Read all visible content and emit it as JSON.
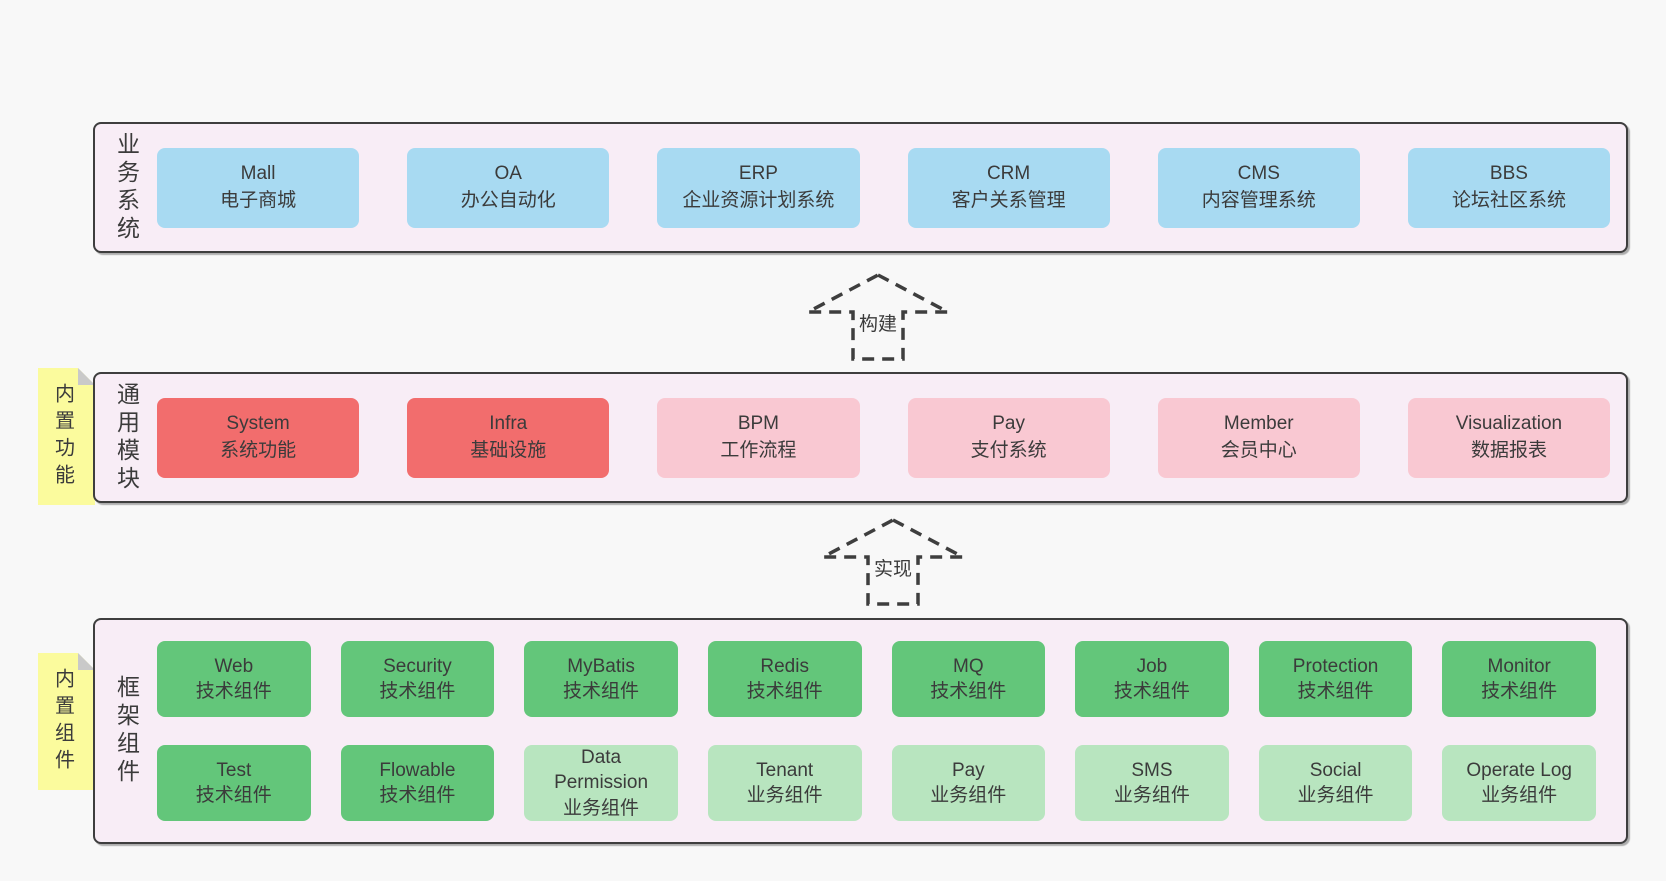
{
  "colors": {
    "page_bg": "#f8f8f8",
    "panel_bg": "#f8edf6",
    "line": "#3e3e3e",
    "text": "#3b3b3b",
    "blue": "#a8daf2",
    "red": "#f26d6d",
    "pink": "#f9c8d2",
    "green": "#63c67a",
    "light_green": "#b8e5bf",
    "note_yellow": "#fbfb9d",
    "note_fold": "#c9c9c9"
  },
  "arrows": [
    {
      "label": "构建"
    },
    {
      "label": "实现"
    }
  ],
  "sections": [
    {
      "label": "业务系统",
      "rows": [
        [
          {
            "en": "Mall",
            "zh": "电子商城",
            "color": "blue"
          },
          {
            "en": "OA",
            "zh": "办公自动化",
            "color": "blue"
          },
          {
            "en": "ERP",
            "zh": "企业资源计划系统",
            "color": "blue"
          },
          {
            "en": "CRM",
            "zh": "客户关系管理",
            "color": "blue"
          },
          {
            "en": "CMS",
            "zh": "内容管理系统",
            "color": "blue"
          },
          {
            "en": "BBS",
            "zh": "论坛社区系统",
            "color": "blue"
          }
        ]
      ]
    },
    {
      "label": "通用模块",
      "note": "内置功能",
      "rows": [
        [
          {
            "en": "System",
            "zh": "系统功能",
            "color": "red"
          },
          {
            "en": "Infra",
            "zh": "基础设施",
            "color": "red"
          },
          {
            "en": "BPM",
            "zh": "工作流程",
            "color": "pink"
          },
          {
            "en": "Pay",
            "zh": "支付系统",
            "color": "pink"
          },
          {
            "en": "Member",
            "zh": "会员中心",
            "color": "pink"
          },
          {
            "en": "Visualization",
            "zh": "数据报表",
            "color": "pink"
          }
        ]
      ]
    },
    {
      "label": "框架组件",
      "note": "内置组件",
      "rows": [
        [
          {
            "en": "Web",
            "zh": "技术组件",
            "color": "green"
          },
          {
            "en": "Security",
            "zh": "技术组件",
            "color": "green"
          },
          {
            "en": "MyBatis",
            "zh": "技术组件",
            "color": "green"
          },
          {
            "en": "Redis",
            "zh": "技术组件",
            "color": "green"
          },
          {
            "en": "MQ",
            "zh": "技术组件",
            "color": "green"
          },
          {
            "en": "Job",
            "zh": "技术组件",
            "color": "green"
          },
          {
            "en": "Protection",
            "zh": "技术组件",
            "color": "green"
          },
          {
            "en": "Monitor",
            "zh": "技术组件",
            "color": "green"
          }
        ],
        [
          {
            "en": "Test",
            "zh": "技术组件",
            "color": "green"
          },
          {
            "en": "Flowable",
            "zh": "技术组件",
            "color": "green"
          },
          {
            "en": "Data Permission",
            "zh": "业务组件",
            "color": "lightgreen"
          },
          {
            "en": "Tenant",
            "zh": "业务组件",
            "color": "lightgreen"
          },
          {
            "en": "Pay",
            "zh": "业务组件",
            "color": "lightgreen"
          },
          {
            "en": "SMS",
            "zh": "业务组件",
            "color": "lightgreen"
          },
          {
            "en": "Social",
            "zh": "业务组件",
            "color": "lightgreen"
          },
          {
            "en": "Operate Log",
            "zh": "业务组件",
            "color": "lightgreen"
          }
        ]
      ]
    }
  ]
}
